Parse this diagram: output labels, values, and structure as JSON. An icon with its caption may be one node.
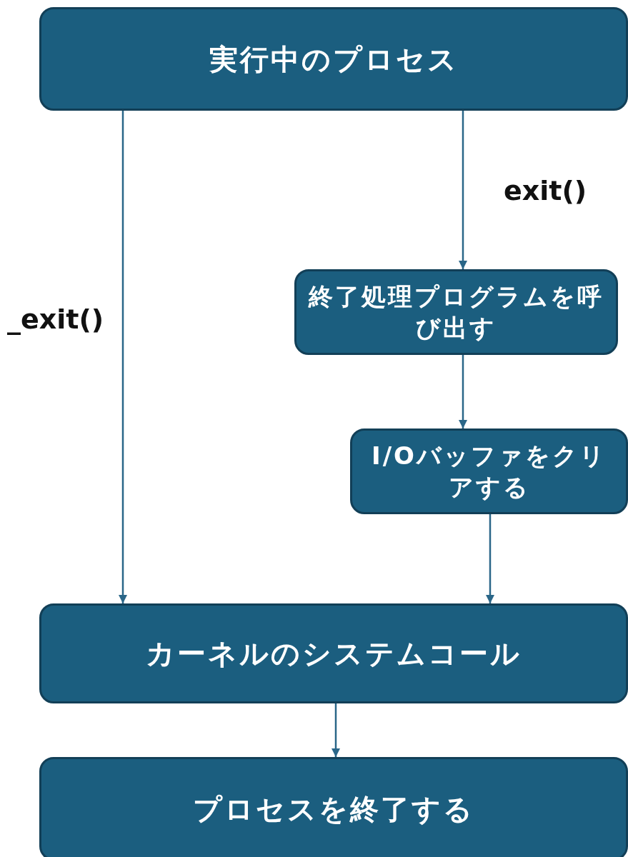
{
  "diagram": {
    "nodes": [
      {
        "text": [
          "実行中のプロセス"
        ]
      },
      {
        "text": [
          "終了処理プログラムを呼び出す"
        ]
      },
      {
        "text": [
          "I/Oバッファをクリアする"
        ]
      },
      {
        "text": [
          "カーネルのシステムコール"
        ]
      },
      {
        "text": [
          "プロセスを終了する"
        ]
      }
    ],
    "edges": [
      {
        "from": 0,
        "to": 3,
        "arrow": "to",
        "label": "_exit()"
      },
      {
        "from": 0,
        "to": 1,
        "arrow": "to",
        "label": "exit()"
      },
      {
        "from": 1,
        "to": 2,
        "arrow": "to"
      },
      {
        "from": 2,
        "to": 3,
        "arrow": "to"
      },
      {
        "from": 3,
        "to": 4,
        "arrow": "to"
      }
    ]
  }
}
